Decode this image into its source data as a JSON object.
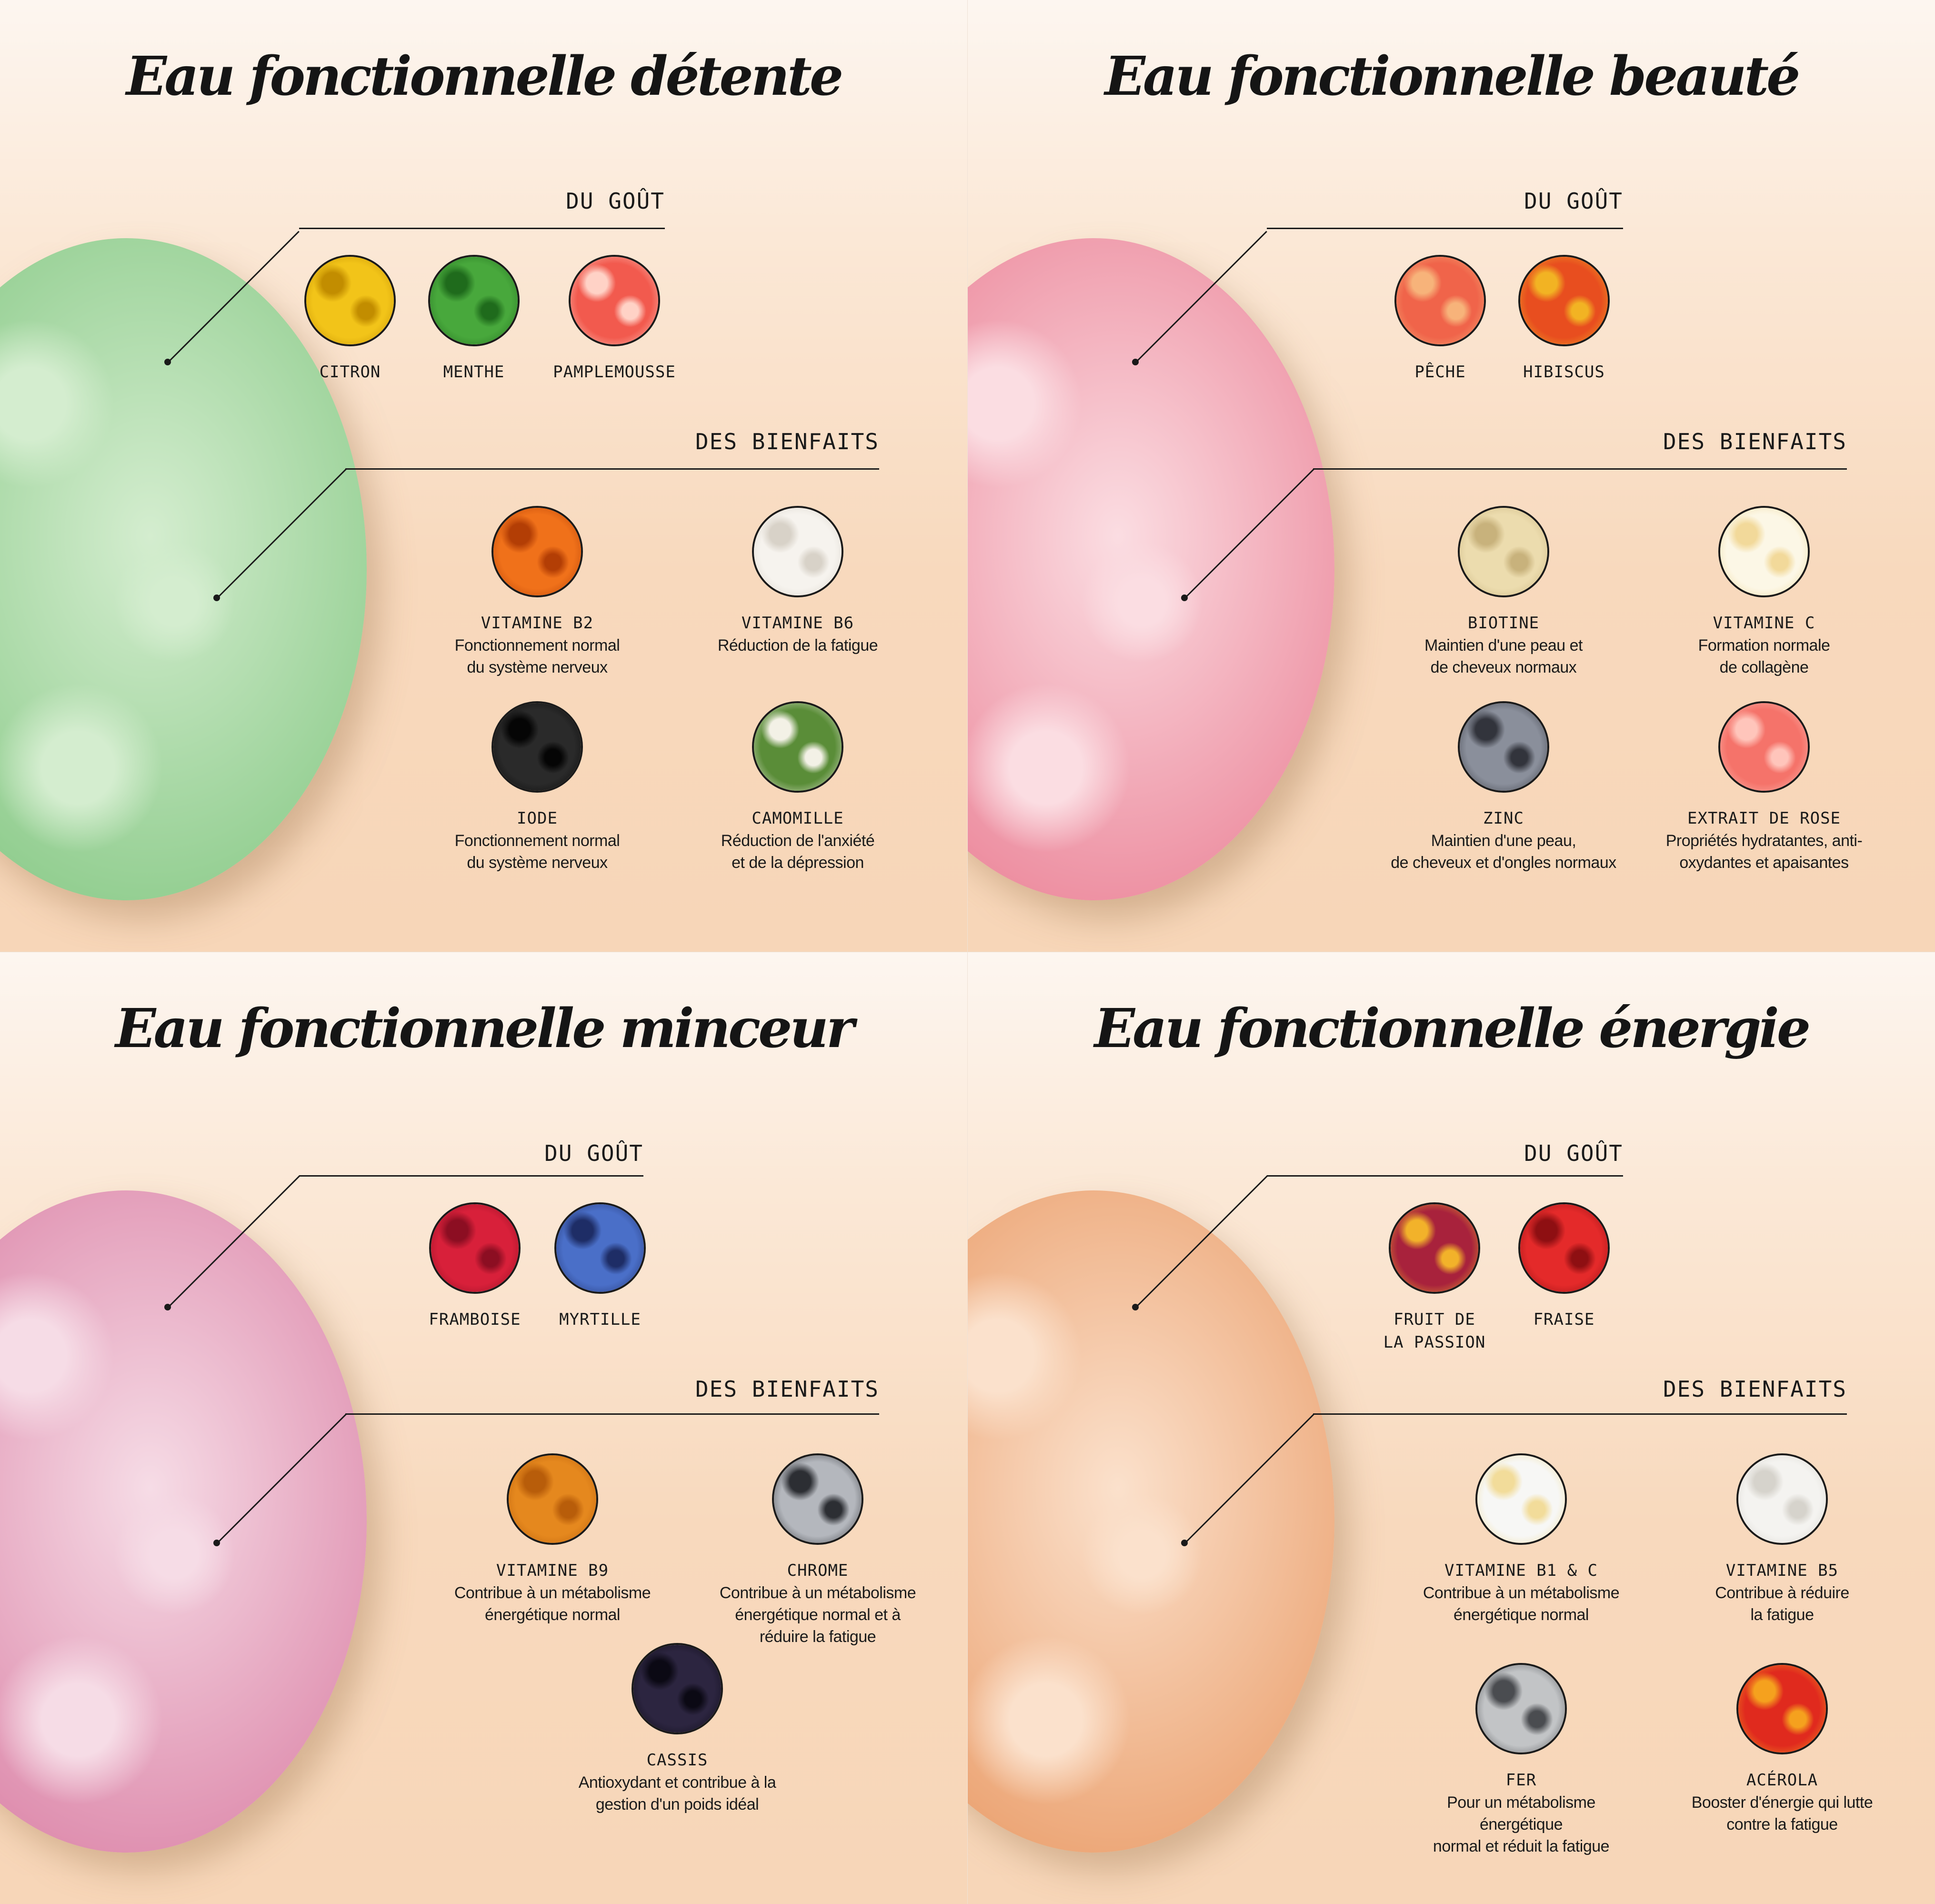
{
  "panels": [
    {
      "title": "Eau fonctionnelle détente",
      "blob_color": "#7fc57e",
      "blob_light": "#d4edcf",
      "taste_label": "DU GOÛT",
      "benefits_label": "DES BIENFAITS",
      "tastes": [
        {
          "name": "CITRON",
          "icon": "lemon-icon",
          "color": "#f2c419",
          "color2": "#c28d00"
        },
        {
          "name": "MENTHE",
          "icon": "mint-icon",
          "color": "#48a83c",
          "color2": "#1f6b1c"
        },
        {
          "name": "PAMPLEMOUSSE",
          "icon": "grapefruit-icon",
          "color": "#f25a4e",
          "color2": "#ffd2c6"
        }
      ],
      "benefits": [
        {
          "name": "VITAMINE B2",
          "desc": "Fonctionnement normal\ndu système nerveux",
          "icon": "orange-powder-icon",
          "color": "#f0711a",
          "color2": "#b33e05"
        },
        {
          "name": "VITAMINE B6",
          "desc": "Réduction de la fatigue",
          "icon": "white-powder-icon",
          "color": "#f6f3ee",
          "color2": "#d8d2c8"
        },
        {
          "name": "IODE",
          "desc": "Fonctionnement normal\ndu système nerveux",
          "icon": "black-crystal-icon",
          "color": "#2a2a2a",
          "color2": "#050505"
        },
        {
          "name": "CAMOMILLE",
          "desc": "Réduction de l'anxiété\net de la dépression",
          "icon": "chamomile-icon",
          "color": "#5a8d38",
          "color2": "#f3f1e6"
        }
      ]
    },
    {
      "title": "Eau fonctionnelle beauté",
      "blob_color": "#e9788e",
      "blob_light": "#fbdde2",
      "taste_label": "DU GOÛT",
      "benefits_label": "DES BIENFAITS",
      "tastes": [
        {
          "name": "PÊCHE",
          "icon": "peach-icon",
          "color": "#f0644a",
          "color2": "#f7b37a"
        },
        {
          "name": "HIBISCUS",
          "icon": "hibiscus-icon",
          "color": "#e84e1f",
          "color2": "#f2b323"
        }
      ],
      "benefits": [
        {
          "name": "BIOTINE",
          "desc": "Maintien d'une peau et\nde cheveux normaux",
          "icon": "beige-powder-icon",
          "color": "#ecdcae",
          "color2": "#c8b27c"
        },
        {
          "name": "VITAMINE C",
          "desc": "Formation normale\nde collagène",
          "icon": "serum-icon",
          "color": "#fcf7e6",
          "color2": "#f2d99a"
        },
        {
          "name": "ZINC",
          "desc": "Maintien d'une peau,\nde cheveux et d'ongles normaux",
          "icon": "zinc-icon",
          "color": "#8a8f9b",
          "color2": "#32343c"
        },
        {
          "name": "EXTRAIT DE ROSE",
          "desc": "Propriétés hydratantes, anti-\noxydantes et apaisantes",
          "icon": "rose-icon",
          "color": "#f5736a",
          "color2": "#ffc5bb"
        }
      ]
    },
    {
      "title": "Eau fonctionnelle minceur",
      "blob_color": "#d8789f",
      "blob_light": "#f6dce6",
      "taste_label": "DU GOÛT",
      "benefits_label": "DES BIENFAITS",
      "tastes": [
        {
          "name": "FRAMBOISE",
          "icon": "raspberry-icon",
          "color": "#d8203a",
          "color2": "#8c0e22"
        },
        {
          "name": "MYRTILLE",
          "icon": "blueberry-icon",
          "color": "#4a6fc8",
          "color2": "#1e2d66"
        }
      ],
      "benefits": [
        {
          "name": "VITAMINE B9",
          "desc": "Contribue à un métabolisme\nénergétique normal",
          "icon": "orange-powder-icon",
          "color": "#e5881e",
          "color2": "#b85d0a"
        },
        {
          "name": "CHROME",
          "desc": "Contribue à un métabolisme\nénergétique normal et à\nréduire la fatigue",
          "icon": "chrome-icon",
          "color": "#b4b7bd",
          "color2": "#2c2e33"
        },
        {
          "name": "CASSIS",
          "desc": "Antioxydant et contribue à la\ngestion d'un poids idéal",
          "icon": "blackcurrant-icon",
          "color": "#2c2540",
          "color2": "#0b0914"
        }
      ]
    },
    {
      "title": "Eau fonctionnelle énergie",
      "blob_color": "#e8955e",
      "blob_light": "#fbe1cc",
      "taste_label": "DU GOÛT",
      "benefits_label": "DES BIENFAITS",
      "tastes": [
        {
          "name": "FRUIT DE\nLA PASSION",
          "icon": "passion-fruit-icon",
          "color": "#a8223c",
          "color2": "#f2b22a"
        },
        {
          "name": "FRAISE",
          "icon": "strawberry-icon",
          "color": "#e42a2a",
          "color2": "#8e0f12"
        }
      ],
      "benefits": [
        {
          "name": "VITAMINE B1 & C",
          "desc": "Contribue à un métabolisme\nénergétique normal",
          "icon": "powder-serum-icon",
          "color": "#f7f7f5",
          "color2": "#f2dc9a"
        },
        {
          "name": "VITAMINE B5",
          "desc": "Contribue à réduire\nla fatigue",
          "icon": "white-powder-icon",
          "color": "#f4f3f0",
          "color2": "#d6d3cc"
        },
        {
          "name": "FER",
          "desc": "Pour un métabolisme énergétique\nnormal et réduit la fatigue",
          "icon": "iron-icon",
          "color": "#c2c4c6",
          "color2": "#4a4c50"
        },
        {
          "name": "ACÉROLA",
          "desc": "Booster d'énergie qui lutte\ncontre la fatigue",
          "icon": "acerola-icon",
          "color": "#e02a1e",
          "color2": "#f5a11e"
        }
      ]
    }
  ]
}
